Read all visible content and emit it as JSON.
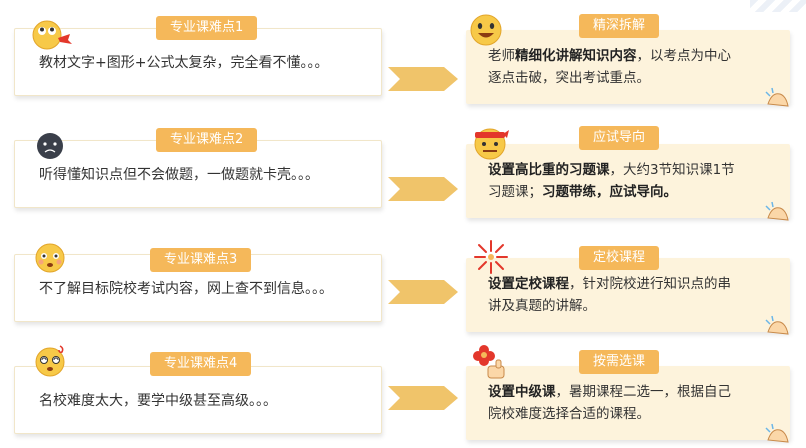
{
  "rows": [
    {
      "left_tag": "专业课难点1",
      "left_text": "教材文字+图形+公式太复杂，完全看不懂。。。",
      "right_tag": "精深拆解",
      "right_lines": [
        {
          "parts": [
            {
              "t": "老师",
              "b": false
            },
            {
              "t": "精细化讲解知识内容",
              "b": true
            },
            {
              "t": "，以考点为中心",
              "b": false
            }
          ]
        },
        {
          "parts": [
            {
              "t": "逐点击破，突出考试重点。",
              "b": false
            }
          ]
        }
      ]
    },
    {
      "left_tag": "专业课难点2",
      "left_text": "听得懂知识点但不会做题，一做题就卡壳。。。",
      "right_tag": "应试导向",
      "right_lines": [
        {
          "parts": [
            {
              "t": "设置高比重的习题课",
              "b": true
            },
            {
              "t": "，大约3节知识课1节",
              "b": false
            }
          ]
        },
        {
          "parts": [
            {
              "t": "习题课；",
              "b": false
            },
            {
              "t": "习题带练，应试导向。",
              "b": true
            }
          ]
        }
      ]
    },
    {
      "left_tag": "专业课难点3",
      "left_text": "不了解目标院校考试内容，网上查不到信息。。。",
      "right_tag": "定校课程",
      "right_lines": [
        {
          "parts": [
            {
              "t": "设置定校课程",
              "b": true
            },
            {
              "t": "，针对院校进行知识点的串",
              "b": false
            }
          ]
        },
        {
          "parts": [
            {
              "t": "讲及真题的讲解。",
              "b": false
            }
          ]
        }
      ]
    },
    {
      "left_tag": "专业课难点4",
      "left_text": "名校难度太大，要学中级甚至高级。。。",
      "right_tag": "按需选课",
      "right_lines": [
        {
          "parts": [
            {
              "t": "设置中级课",
              "b": true
            },
            {
              "t": "，暑期课程二选一，根据自己",
              "b": false
            }
          ]
        },
        {
          "parts": [
            {
              "t": "院校难度选择合适的课程。",
              "b": false
            }
          ]
        }
      ]
    }
  ],
  "colors": {
    "tag_bg": "#f5b85a",
    "right_card_bg": "#fdf3dc",
    "arrow": "#f0c46a",
    "emoji_yellow": "#f7c948"
  },
  "icons": [
    "rolling-eyes-emoji-icon",
    "black-sad-face-icon",
    "worried-face-icon",
    "dizzy-face-icon",
    "grinning-face-icon",
    "headband-face-icon",
    "firework-icon",
    "flower-thumbs-up-icon",
    "clapping-hands-icon"
  ]
}
